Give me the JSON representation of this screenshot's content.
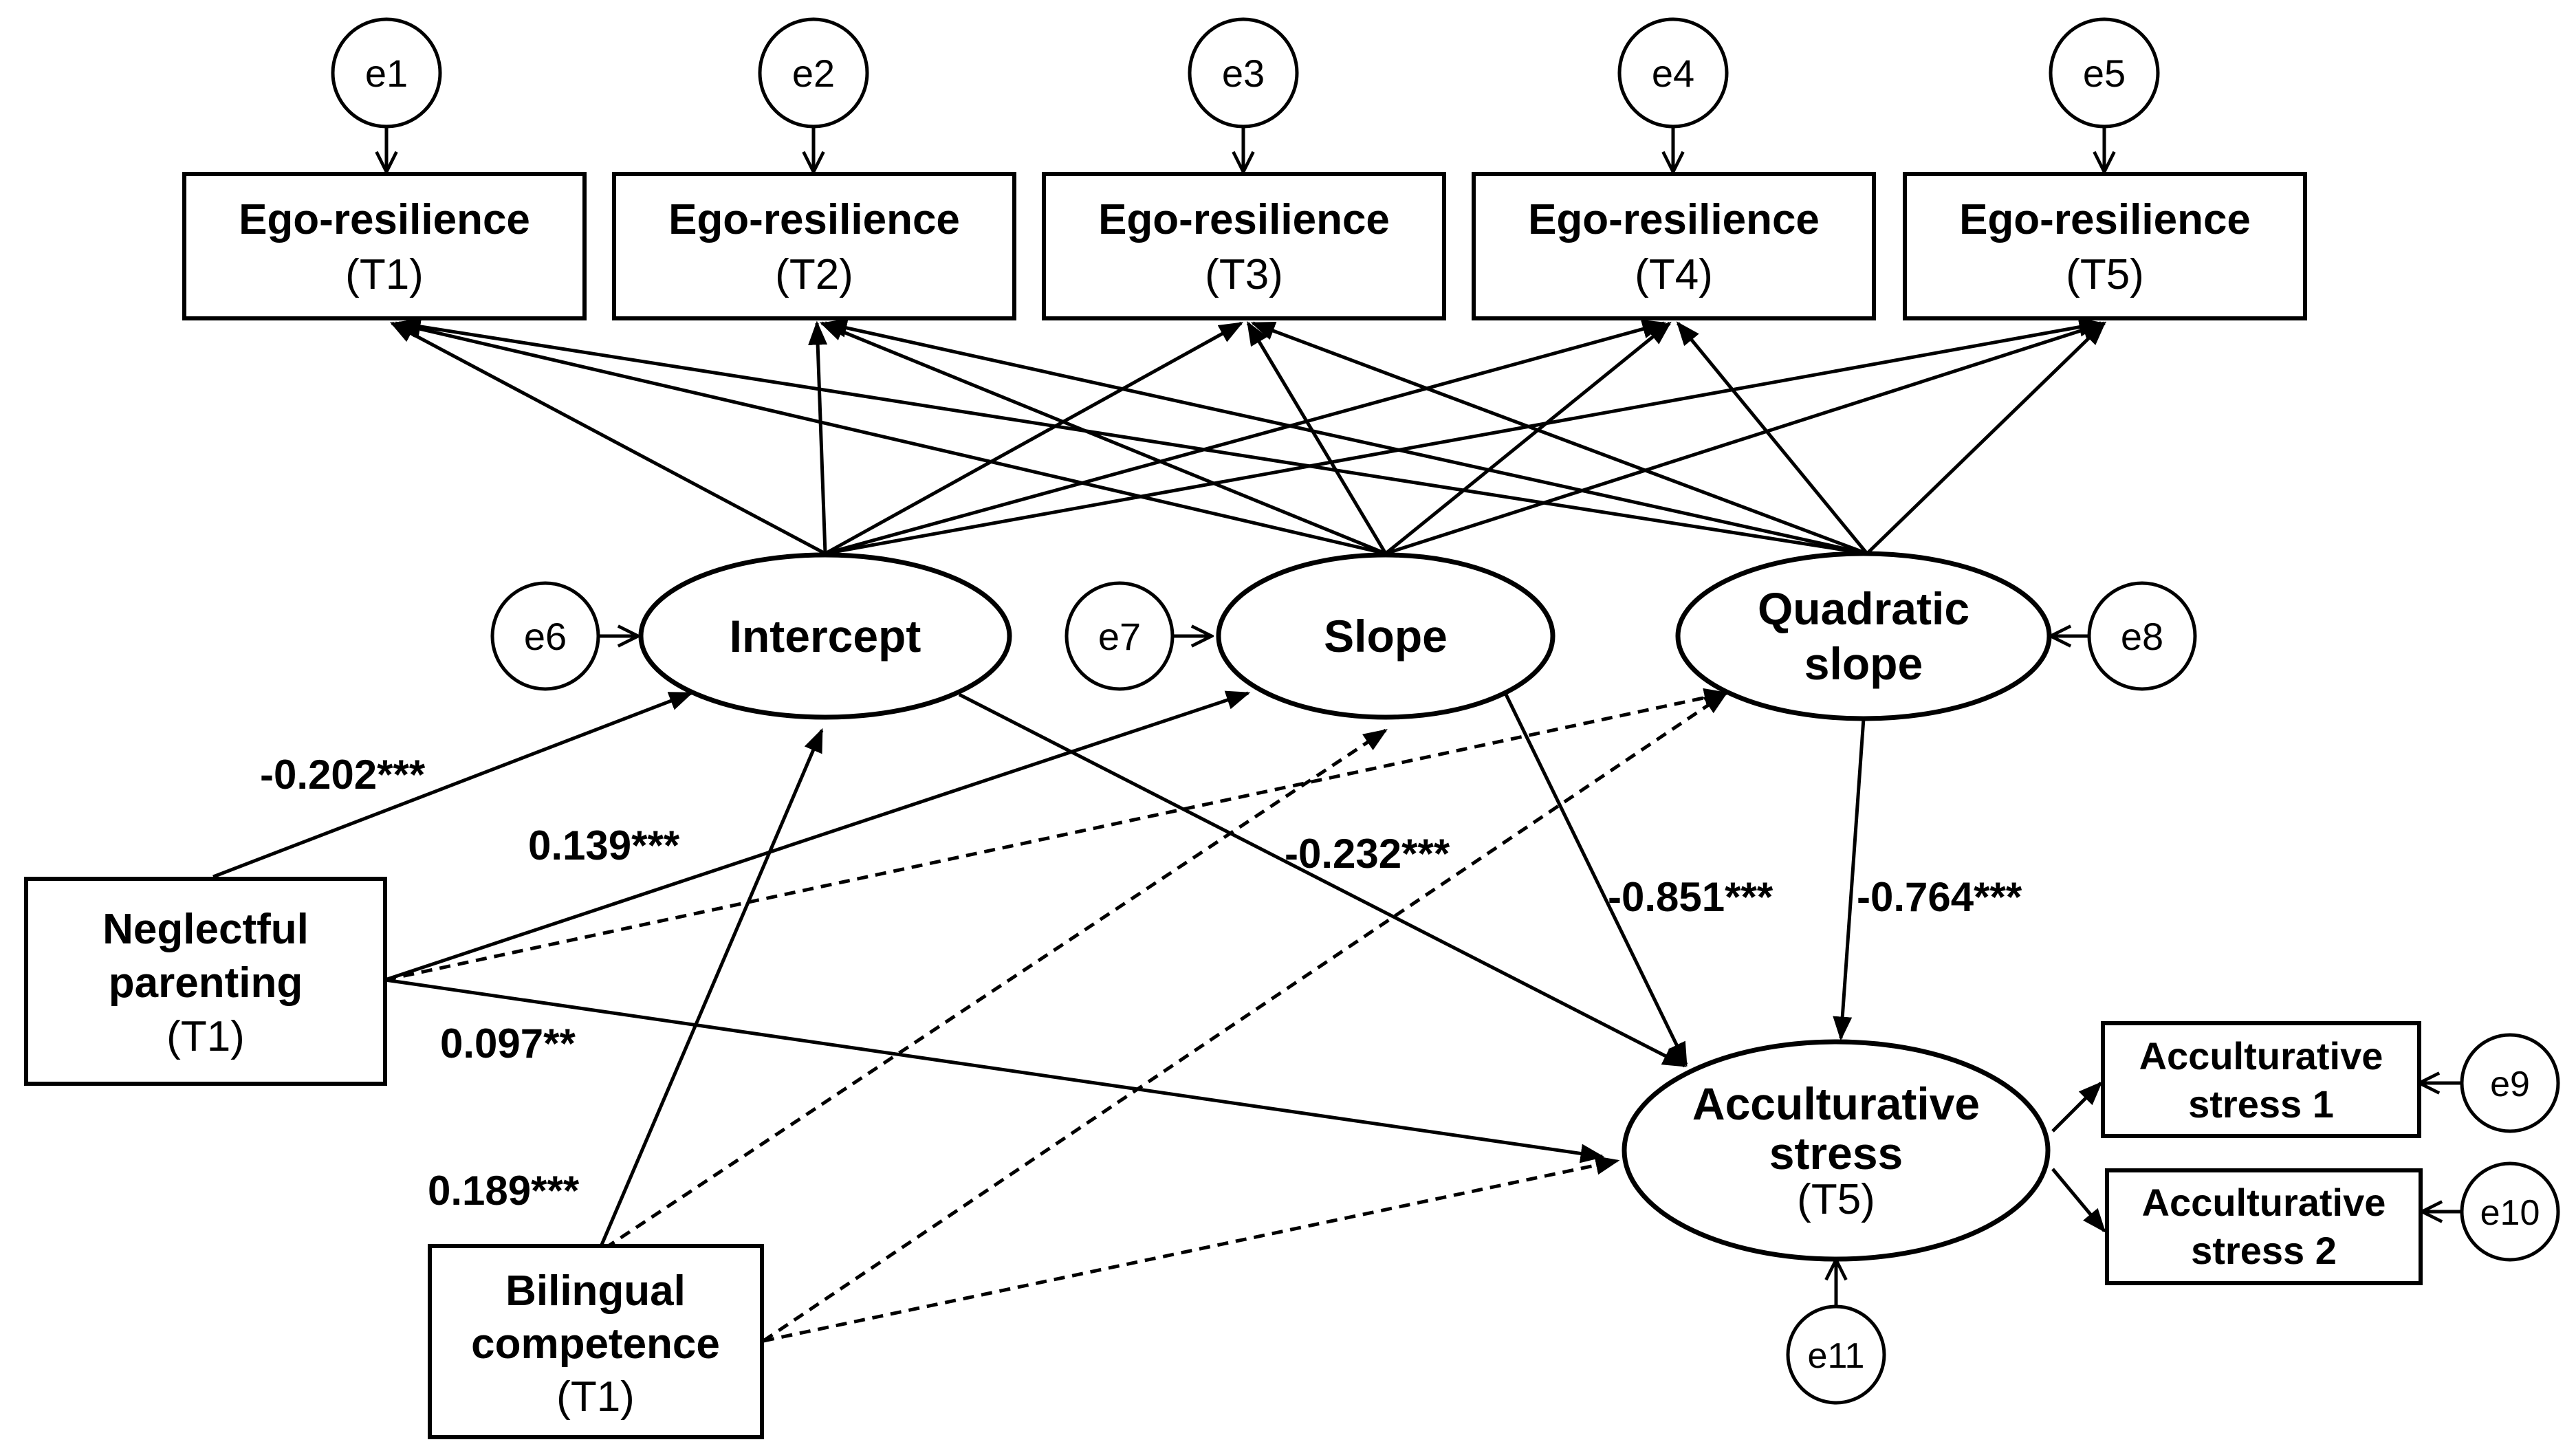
{
  "errors": {
    "e1": "e1",
    "e2": "e2",
    "e3": "e3",
    "e4": "e4",
    "e5": "e5",
    "e6": "e6",
    "e7": "e7",
    "e8": "e8",
    "e9": "e9",
    "e10": "e10",
    "e11": "e11"
  },
  "indicators": [
    {
      "title": "Ego-resilience",
      "time": "(T1)"
    },
    {
      "title": "Ego-resilience",
      "time": "(T2)"
    },
    {
      "title": "Ego-resilience",
      "time": "(T3)"
    },
    {
      "title": "Ego-resilience",
      "time": "(T4)"
    },
    {
      "title": "Ego-resilience",
      "time": "(T5)"
    }
  ],
  "latents": {
    "intercept": "Intercept",
    "slope": "Slope",
    "quadratic_line1": "Quadratic",
    "quadratic_line2": "slope",
    "acculturative_line1": "Acculturative",
    "acculturative_line2": "stress",
    "acculturative_time": "(T5)"
  },
  "predictors": {
    "neglectful_line1": "Neglectful",
    "neglectful_line2": "parenting",
    "neglectful_time": "(T1)",
    "bilingual_line1": "Bilingual",
    "bilingual_line2": "competence",
    "bilingual_time": "(T1)"
  },
  "outcome_indicators": {
    "stress1_line1": "Acculturative",
    "stress1_line2": "stress 1",
    "stress2_line1": "Acculturative",
    "stress2_line2": "stress 2"
  },
  "coefficients": {
    "neglect_intercept": "-0.202***",
    "neglect_slope": "0.139***",
    "intercept_stress": "-0.232***",
    "slope_stress": "-0.851***",
    "quad_stress": "-0.764***",
    "neglect_stress": "0.097**",
    "bilingual_intercept": "0.189***"
  }
}
